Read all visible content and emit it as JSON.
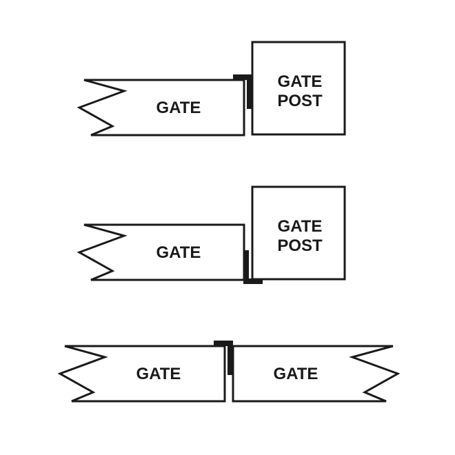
{
  "diagrams": [
    {
      "gate_label": "GATE",
      "post_label_line1": "GATE",
      "post_label_line2": "POST"
    },
    {
      "gate_label": "GATE",
      "post_label_line1": "GATE",
      "post_label_line2": "POST"
    },
    {
      "left_gate_label": "GATE",
      "right_gate_label": "GATE"
    }
  ],
  "colors": {
    "line": "#1a1a1a",
    "background": "#ffffff"
  }
}
